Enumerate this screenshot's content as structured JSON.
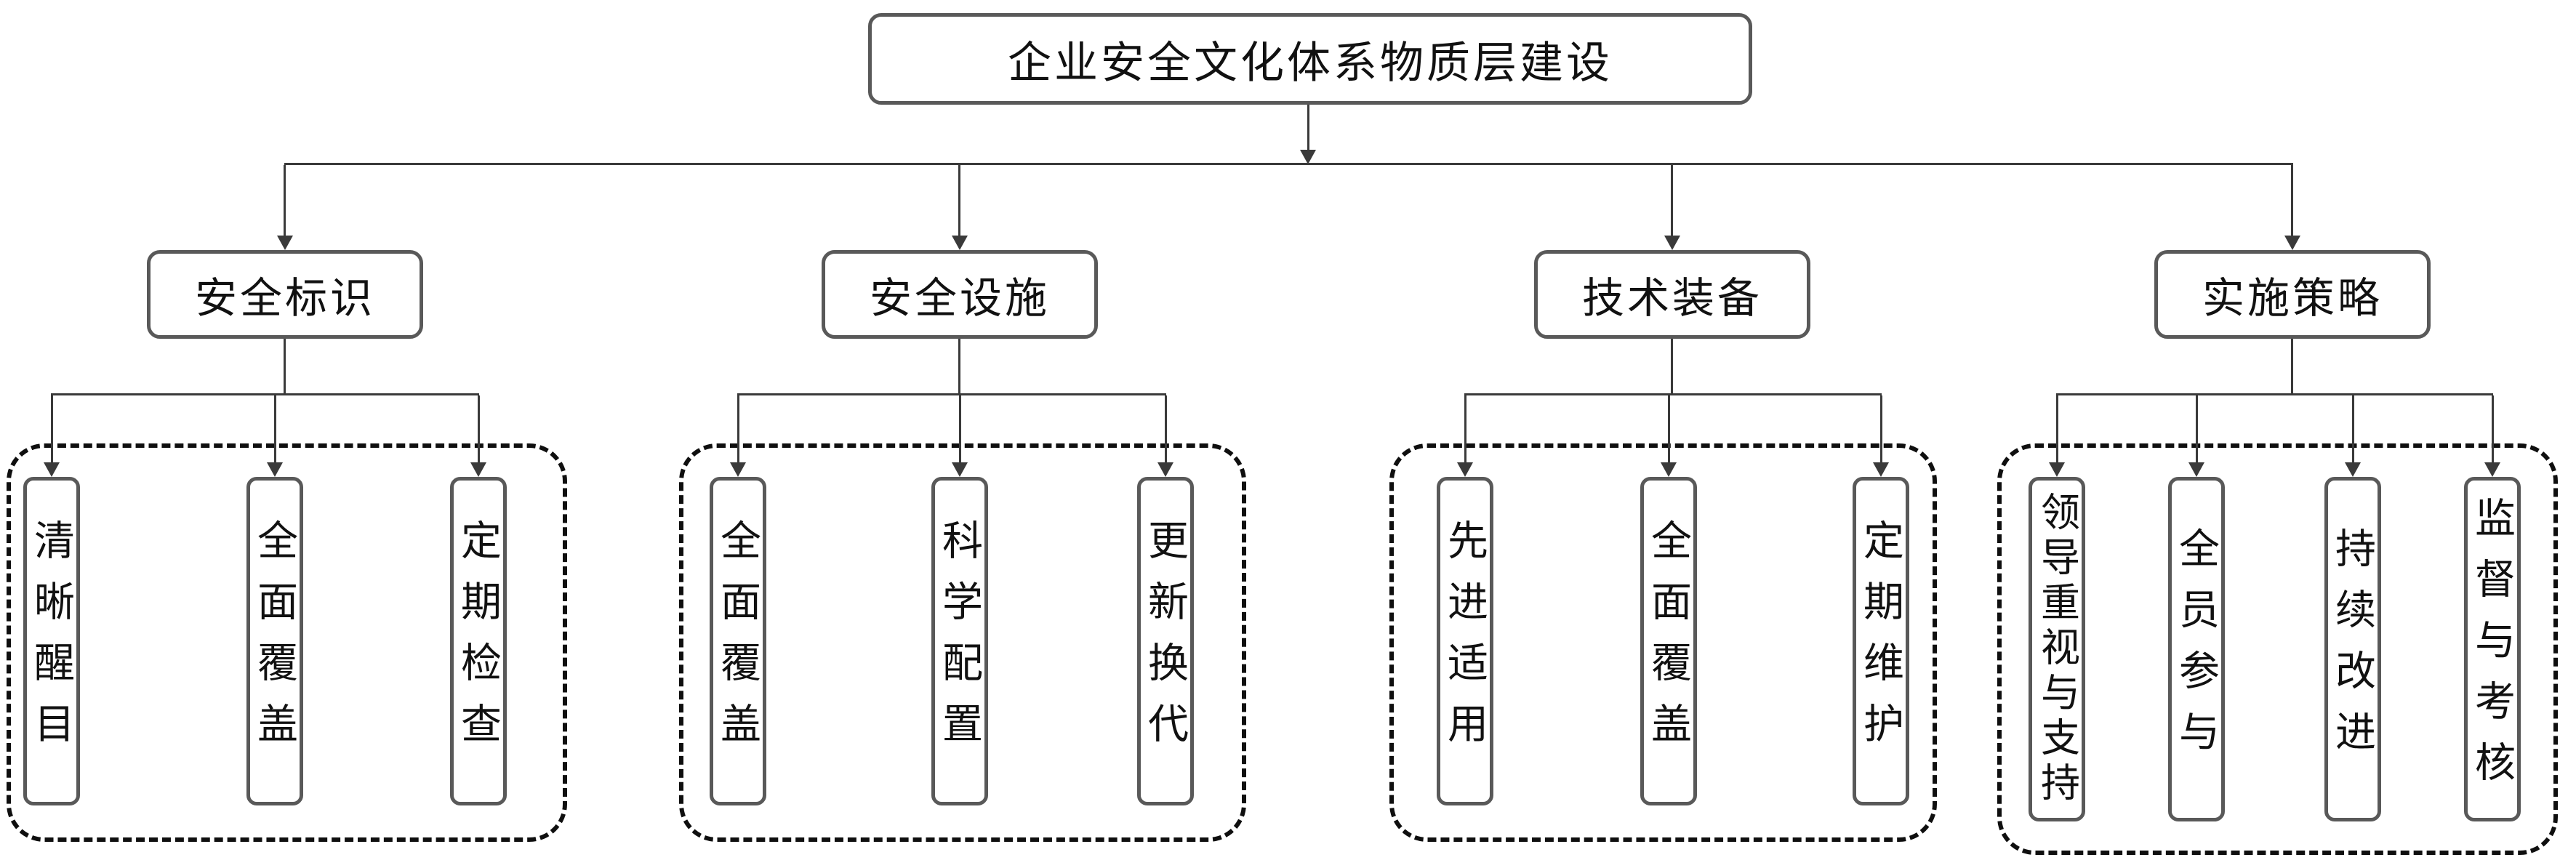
{
  "diagram": {
    "root": {
      "label": "企业安全文化体系物质层建设"
    },
    "branches": [
      {
        "label": "安全标识",
        "children": [
          "清晰醒目",
          "全面覆盖",
          "定期检查"
        ]
      },
      {
        "label": "安全设施",
        "children": [
          "全面覆盖",
          "科学配置",
          "更新换代"
        ]
      },
      {
        "label": "技术装备",
        "children": [
          "先进适用",
          "全面覆盖",
          "定期维护"
        ]
      },
      {
        "label": "实施策略",
        "children": [
          "领导重视与支持",
          "全员参与",
          "持续改进",
          "监督与考核"
        ]
      }
    ],
    "colors": {
      "background": "#ffffff",
      "text": "#111111",
      "box_border": "#595959",
      "connector": "#3a3a3a",
      "group_outline": "#0f0f0f"
    }
  }
}
